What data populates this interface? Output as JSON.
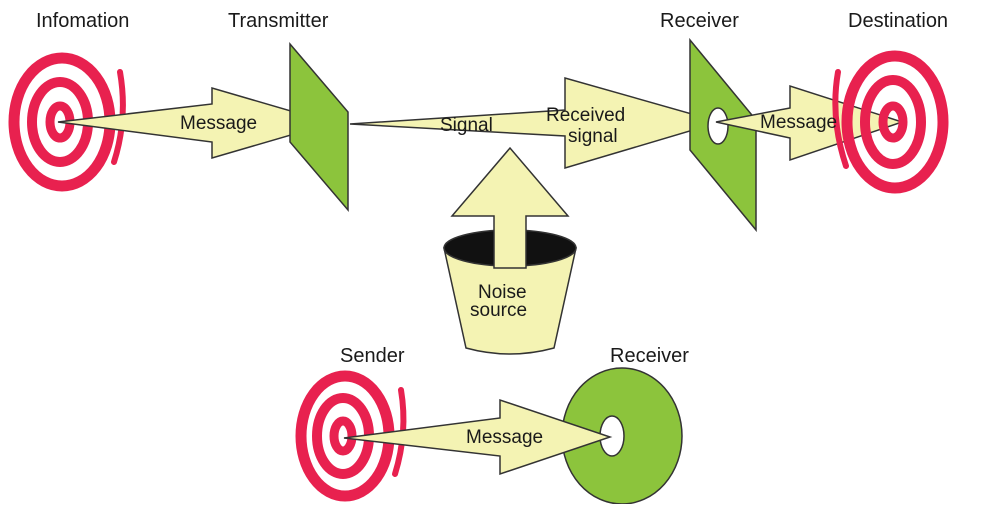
{
  "diagram": {
    "titles": {
      "information": "Infomation",
      "transmitter": "Transmitter",
      "receiver": "Receiver",
      "destination": "Destination",
      "sender": "Sender",
      "receiver_bottom": "Receiver"
    },
    "labels": {
      "message_1": "Message",
      "signal": "Signal",
      "received_signal_line1": "Received",
      "received_signal_line2": "signal",
      "message_2": "Message",
      "noise_line1": "Noise",
      "noise_line2": "source",
      "message_bottom": "Message"
    },
    "colors": {
      "spiral": "#e8214f",
      "panel": "#8cc43c",
      "arrow": "#f4f3b3",
      "outline": "#333333"
    }
  }
}
